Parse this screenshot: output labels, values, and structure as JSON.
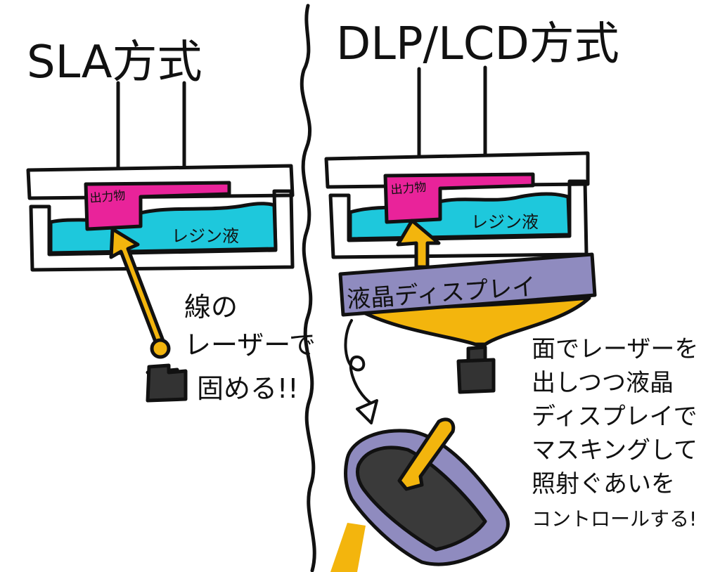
{
  "sla": {
    "title": "SLA方式",
    "part_label": "出力物",
    "resin_label": "レジン液",
    "note_lines": [
      "線の",
      "レーザーで",
      "固める!!"
    ]
  },
  "dlp": {
    "title": "DLP/LCD方式",
    "part_label": "出力物",
    "resin_label": "レジン液",
    "display_label": "液晶ディスプレイ",
    "note_lines": [
      "面でレーザーを",
      "出しつつ液晶",
      "ディスプレイで",
      "マスキングして",
      "照射ぐあいを",
      "コントロールする!"
    ]
  },
  "colors": {
    "resin": "#1ec8dc",
    "part": "#e9239a",
    "laser": "#f3b50d",
    "display": "#8f8bbf",
    "ink": "#111111"
  }
}
